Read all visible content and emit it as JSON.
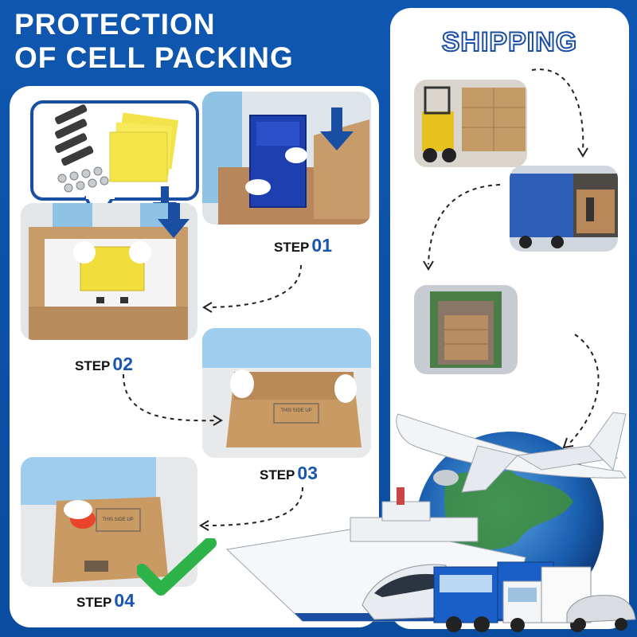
{
  "header": {
    "title_line1": "PROTECTION",
    "title_line2": "OF CELL PACKING"
  },
  "shipping": {
    "title": "SHIPPING"
  },
  "steps": [
    {
      "label": "STEP",
      "number": "01"
    },
    {
      "label": "STEP",
      "number": "02"
    },
    {
      "label": "STEP",
      "number": "03"
    },
    {
      "label": "STEP",
      "number": "04"
    }
  ],
  "box_text": {
    "this_side_up": "THIS SIDE UP"
  },
  "colors": {
    "brand_blue": "#0e57b0",
    "step_blue": "#1956b0",
    "check_green": "#2db34a",
    "insulation_yellow": "#f4e64a"
  },
  "icons": [
    "down-arrow-icon",
    "checkmark-icon",
    "dashed-arrow-icon"
  ]
}
